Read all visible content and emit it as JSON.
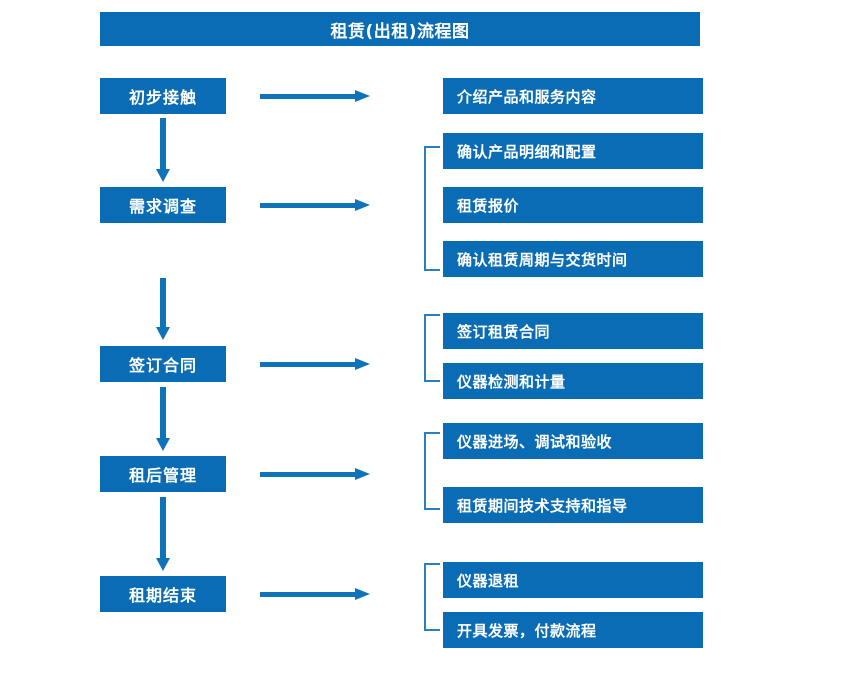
{
  "title": "租赁(出租)流程图",
  "colors": {
    "box_fill": "#0a6cb4",
    "box_text": "#ffffff",
    "arrow": "#0e73b8",
    "bracket": "#2b7fc0",
    "background": "#ffffff"
  },
  "stages": [
    {
      "label": "初步接触"
    },
    {
      "label": "需求调查"
    },
    {
      "label": "签订合同"
    },
    {
      "label": "租后管理"
    },
    {
      "label": "租期结束"
    }
  ],
  "groups": [
    {
      "stage": "初步接触",
      "bracketed": false,
      "details": [
        {
          "label": "介绍产品和服务内容"
        }
      ]
    },
    {
      "stage": "需求调查",
      "bracketed": true,
      "details": [
        {
          "label": "确认产品明细和配置"
        },
        {
          "label": "租赁报价"
        },
        {
          "label": "确认租赁周期与交货时间"
        }
      ]
    },
    {
      "stage": "签订合同",
      "bracketed": true,
      "details": [
        {
          "label": "签订租赁合同"
        },
        {
          "label": "仪器检测和计量"
        }
      ]
    },
    {
      "stage": "租后管理",
      "bracketed": true,
      "details": [
        {
          "label": "仪器进场、调试和验收"
        },
        {
          "label": "租赁期间技术支持和指导"
        }
      ]
    },
    {
      "stage": "租期结束",
      "bracketed": true,
      "details": [
        {
          "label": "仪器退租"
        },
        {
          "label": "开具发票，付款流程"
        }
      ]
    }
  ]
}
